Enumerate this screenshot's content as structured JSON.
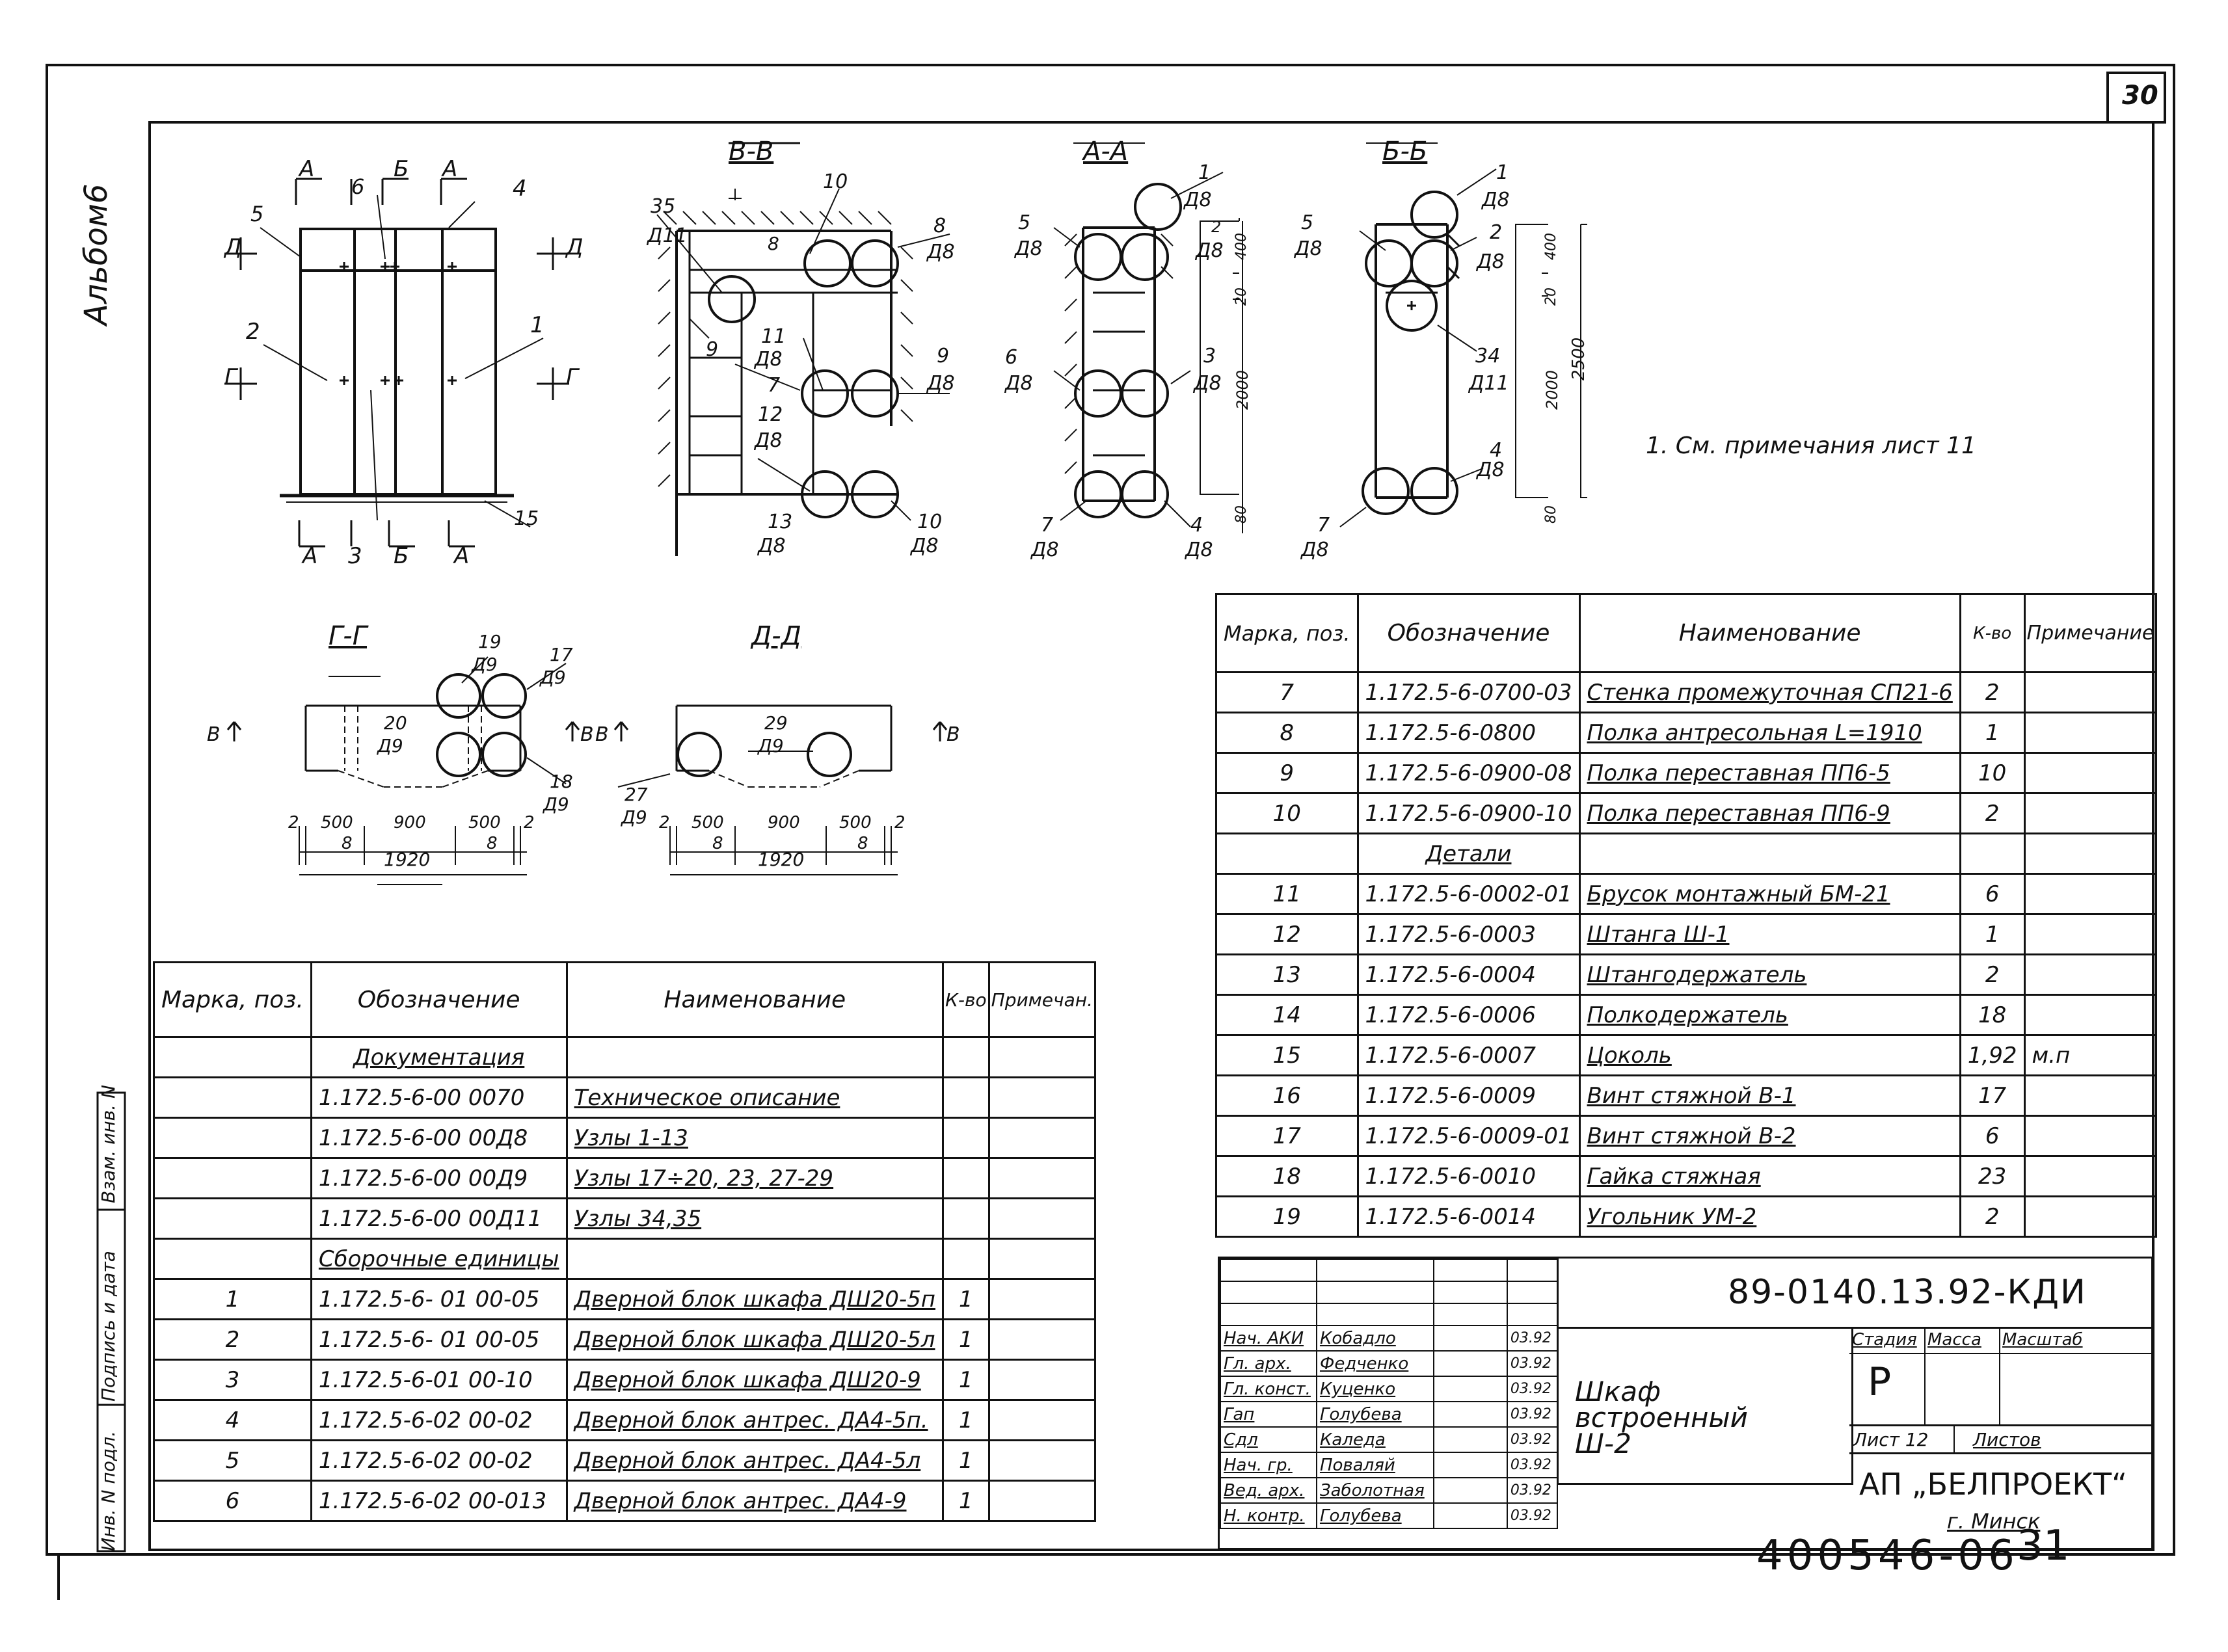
{
  "sheet_number": "30",
  "album_label": "Альбом6",
  "side_labels": [
    "Инв. N подл.",
    "Подпись и дата",
    "Взам. инв. N"
  ],
  "note": "1. См. примечания лист 11",
  "sections": {
    "front": {
      "cut_labels": [
        "А",
        "Б",
        "А",
        "А",
        "Б",
        "А",
        "Д",
        "Д",
        "Г",
        "Г"
      ],
      "center_labels": [
        "3"
      ],
      "pos": [
        "5",
        "6",
        "4",
        "2",
        "1",
        "15"
      ]
    },
    "bb": {
      "title": "В-В",
      "items": [
        [
          "35",
          "Д11"
        ],
        [
          "10",
          ""
        ],
        [
          "8",
          "Д8"
        ],
        [
          "9",
          "Д8"
        ],
        [
          "11",
          "Д8"
        ],
        [
          "9",
          ""
        ],
        [
          "7",
          ""
        ],
        [
          "12",
          "Д8"
        ],
        [
          "13",
          "Д8"
        ],
        [
          "10",
          "Д8"
        ]
      ],
      "dims": [
        "8"
      ]
    },
    "aa": {
      "title": "А-А",
      "items": [
        [
          "1",
          "Д8"
        ],
        [
          "5",
          "Д8"
        ],
        [
          "2",
          "Д8"
        ],
        [
          "6",
          "Д8"
        ],
        [
          "3",
          "Д8"
        ],
        [
          "7",
          "Д8"
        ],
        [
          "4",
          "Д8"
        ]
      ],
      "dims": [
        "400",
        "20",
        "2000",
        "80"
      ]
    },
    "bb2": {
      "title": "Б-Б",
      "items": [
        [
          "1",
          "Д8"
        ],
        [
          "5",
          "Д8"
        ],
        [
          "2",
          "Д8"
        ],
        [
          "34",
          "Д11"
        ],
        [
          "4",
          "Д8"
        ],
        [
          "7",
          "Д8"
        ]
      ],
      "dims": [
        "400",
        "20",
        "2000",
        "2500",
        "80"
      ]
    },
    "gg": {
      "title": "Г-Г",
      "items": [
        [
          "19",
          "Д9"
        ],
        [
          "17",
          "Д9"
        ],
        [
          "20",
          "Д9"
        ],
        [
          "18",
          "Д9"
        ]
      ],
      "cut": [
        "В",
        "В"
      ],
      "dims": [
        "2",
        "500",
        "900",
        "500",
        "2",
        "8",
        "8",
        "1920"
      ]
    },
    "dd": {
      "title": "Д-Д",
      "items": [
        [
          "29",
          "Д9"
        ],
        [
          "27",
          "Д9"
        ]
      ],
      "cut": [
        "В",
        "В"
      ],
      "dims": [
        "2",
        "500",
        "900",
        "500",
        "2",
        "8",
        "8",
        "1920"
      ]
    }
  },
  "table_headers": {
    "mark": "Марка, поз.",
    "designation": "Обозначение",
    "name": "Наименование",
    "qty": "К-во",
    "note_left": "Примечан.",
    "note_right": "Примечание"
  },
  "left_table": {
    "rows": [
      {
        "type": "section",
        "name": "Документация"
      },
      {
        "mark": "",
        "designation": "1.172.5-6-00 0070",
        "name": "Техническое описание",
        "qty": "",
        "note": ""
      },
      {
        "mark": "",
        "designation": "1.172.5-6-00 00Д8",
        "name": "Узлы 1-13",
        "qty": "",
        "note": ""
      },
      {
        "mark": "",
        "designation": "1.172.5-6-00 00Д9",
        "name": "Узлы 17÷20, 23, 27-29",
        "qty": "",
        "note": ""
      },
      {
        "mark": "",
        "designation": "1.172.5-6-00 00Д11",
        "name": "Узлы 34,35",
        "qty": "",
        "note": ""
      },
      {
        "type": "section",
        "name": "Сборочные единицы"
      },
      {
        "mark": "1",
        "designation": "1.172.5-6- 01 00-05",
        "name": "Дверной блок шкафа ДШ20-5п",
        "qty": "1",
        "note": ""
      },
      {
        "mark": "2",
        "designation": "1.172.5-6- 01 00-05",
        "name": "Дверной блок шкафа ДШ20-5л",
        "qty": "1",
        "note": ""
      },
      {
        "mark": "3",
        "designation": "1.172.5-6-01 00-10",
        "name": "Дверной блок шкафа ДШ20-9",
        "qty": "1",
        "note": ""
      },
      {
        "mark": "4",
        "designation": "1.172.5-6-02 00-02",
        "name": "Дверной блок антрес. ДА4-5п.",
        "qty": "1",
        "note": ""
      },
      {
        "mark": "5",
        "designation": "1.172.5-6-02 00-02",
        "name": "Дверной блок антрес. ДА4-5л",
        "qty": "1",
        "note": ""
      },
      {
        "mark": "6",
        "designation": "1.172.5-6-02 00-013",
        "name": "Дверной блок антрес. ДА4-9",
        "qty": "1",
        "note": ""
      }
    ]
  },
  "right_table": {
    "rows": [
      {
        "mark": "7",
        "designation": "1.172.5-6-0700-03",
        "name": "Стенка промежуточная СП21-6",
        "qty": "2",
        "note": ""
      },
      {
        "mark": "8",
        "designation": "1.172.5-6-0800",
        "name": "Полка антресольная L=1910",
        "qty": "1",
        "note": ""
      },
      {
        "mark": "9",
        "designation": "1.172.5-6-0900-08",
        "name": "Полка переставная ПП6-5",
        "qty": "10",
        "note": ""
      },
      {
        "mark": "10",
        "designation": "1.172.5-6-0900-10",
        "name": "Полка переставная ПП6-9",
        "qty": "2",
        "note": ""
      },
      {
        "type": "section",
        "name": "Детали"
      },
      {
        "mark": "11",
        "designation": "1.172.5-6-0002-01",
        "name": "Брусок монтажный БМ-21",
        "qty": "6",
        "note": ""
      },
      {
        "mark": "12",
        "designation": "1.172.5-6-0003",
        "name": "Штанга Ш-1",
        "qty": "1",
        "note": ""
      },
      {
        "mark": "13",
        "designation": "1.172.5-6-0004",
        "name": "Штангодержатель",
        "qty": "2",
        "note": ""
      },
      {
        "mark": "14",
        "designation": "1.172.5-6-0006",
        "name": "Полкодержатель",
        "qty": "18",
        "note": ""
      },
      {
        "mark": "15",
        "designation": "1.172.5-6-0007",
        "name": "Цоколь",
        "qty": "1,92",
        "note": "м.п"
      },
      {
        "mark": "16",
        "designation": "1.172.5-6-0009",
        "name": "Винт стяжной В-1",
        "qty": "17",
        "note": ""
      },
      {
        "mark": "17",
        "designation": "1.172.5-6-0009-01",
        "name": "Винт стяжной В-2",
        "qty": "6",
        "note": ""
      },
      {
        "mark": "18",
        "designation": "1.172.5-6-0010",
        "name": "Гайка стяжная",
        "qty": "23",
        "note": ""
      },
      {
        "mark": "19",
        "designation": "1.172.5-6-0014",
        "name": "Угольник УМ-2",
        "qty": "2",
        "note": ""
      }
    ]
  },
  "title_block": {
    "doc_code": "89-0140.13.92-КДИ",
    "signatures": [
      {
        "role": "Нач. АКИ",
        "name": "Кобадло",
        "date": "03.92"
      },
      {
        "role": "Гл. арх.",
        "name": "Федченко",
        "date": "03.92"
      },
      {
        "role": "Гл. конст.",
        "name": "Куценко",
        "date": "03.92"
      },
      {
        "role": "Гап",
        "name": "Голубева",
        "date": "03.92"
      },
      {
        "role": "Сдл",
        "name": "Каледа",
        "date": "03.92"
      },
      {
        "role": "Нач. гр.",
        "name": "Поваляй",
        "date": "03.92"
      },
      {
        "role": "Вед. арх.",
        "name": "Заболотная",
        "date": "03.92"
      },
      {
        "role": "Н. контр.",
        "name": "Голубева",
        "date": "03.92"
      }
    ],
    "object_name": "Шкаф встроенный Ш-2",
    "stage_label": "Стадия",
    "mass_label": "Масса",
    "scale_label": "Масштаб",
    "stage_value": "Р",
    "sheet_label": "Лист 12",
    "sheets_label": "Листов",
    "org": "АП „БЕЛПРОЕКТ“",
    "city": "г. Минск"
  },
  "footer_stamp": "400546-06",
  "footer_page": "31"
}
